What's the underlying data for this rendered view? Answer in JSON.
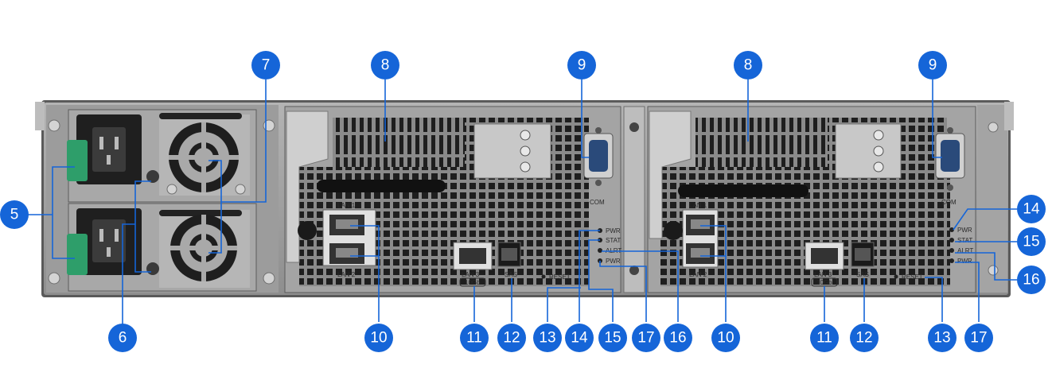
{
  "colors": {
    "callout": "#1565d8",
    "chassis": "#6e6e6e",
    "chassis_dark": "#3a3a3a",
    "psu_latch": "#2e9e6a",
    "port_fill": "#dcdcdc"
  },
  "icons": [
    "power-inlet-icon",
    "fan-icon",
    "ethernet-port-icon",
    "sas-port-icon",
    "serial-port-icon",
    "screw-icon",
    "led-icon"
  ],
  "callouts": [
    "5",
    "6",
    "7",
    "8",
    "9",
    "10",
    "11",
    "12",
    "13",
    "14",
    "15",
    "16",
    "17"
  ],
  "port_labels": {
    "lan1": "LAN 1",
    "lan2": "LAN 2",
    "lan3": "LAN 3",
    "ten_gb": "10Gb",
    "sas": "SAS",
    "com": "COM",
    "reset": "RESET",
    "pwr": "PWR",
    "stat": "STAT",
    "alrt": "ALRT",
    "pwr2": "PWR"
  }
}
